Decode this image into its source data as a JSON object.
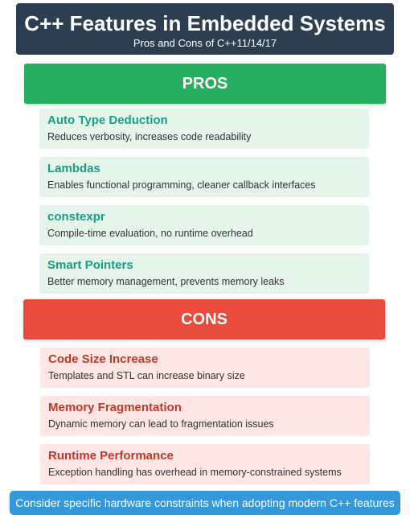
{
  "header": {
    "title": "C++ Features in Embedded Systems",
    "subtitle": "Pros and Cons of C++11/14/17"
  },
  "pros": {
    "heading": "PROS",
    "items": [
      {
        "title": "Auto Type Deduction",
        "description": "Reduces verbosity, increases code readability"
      },
      {
        "title": "Lambdas",
        "description": "Enables functional programming, cleaner callback interfaces"
      },
      {
        "title": "constexpr",
        "description": "Compile-time evaluation, no runtime overhead"
      },
      {
        "title": "Smart Pointers",
        "description": "Better memory management, prevents memory leaks"
      }
    ]
  },
  "cons": {
    "heading": "CONS",
    "items": [
      {
        "title": "Code Size Increase",
        "description": "Templates and STL can increase binary size"
      },
      {
        "title": "Memory Fragmentation",
        "description": "Dynamic memory can lead to fragmentation issues"
      },
      {
        "title": "Runtime Performance",
        "description": "Exception handling has overhead in memory-constrained systems"
      }
    ]
  },
  "footer": {
    "note": "Consider specific hardware constraints when adopting modern C++ features"
  },
  "colors": {
    "header_bg": "#2c3e50",
    "pros_bg": "#27ae60",
    "pros_card_bg": "#e6f5ea",
    "pros_title": "#16a085",
    "cons_bg": "#e74c3c",
    "cons_card_bg": "#fde6e4",
    "cons_title": "#c0392b",
    "footer_bg": "#3498db"
  }
}
